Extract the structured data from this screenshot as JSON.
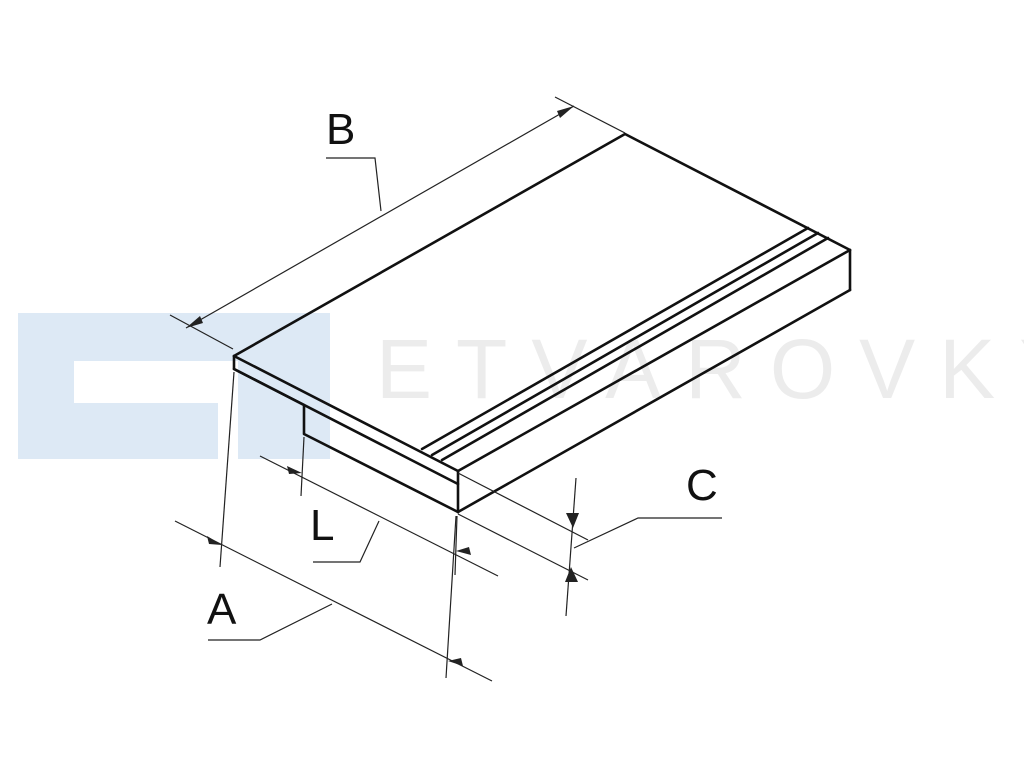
{
  "watermark": {
    "text": "ETVAROVKY",
    "logo_color": "#dde9f5",
    "text_color": "#ececec"
  },
  "dimensions": {
    "B": "B",
    "A": "A",
    "L": "L",
    "C": "C"
  },
  "colors": {
    "line": "#111111",
    "background": "#ffffff"
  }
}
